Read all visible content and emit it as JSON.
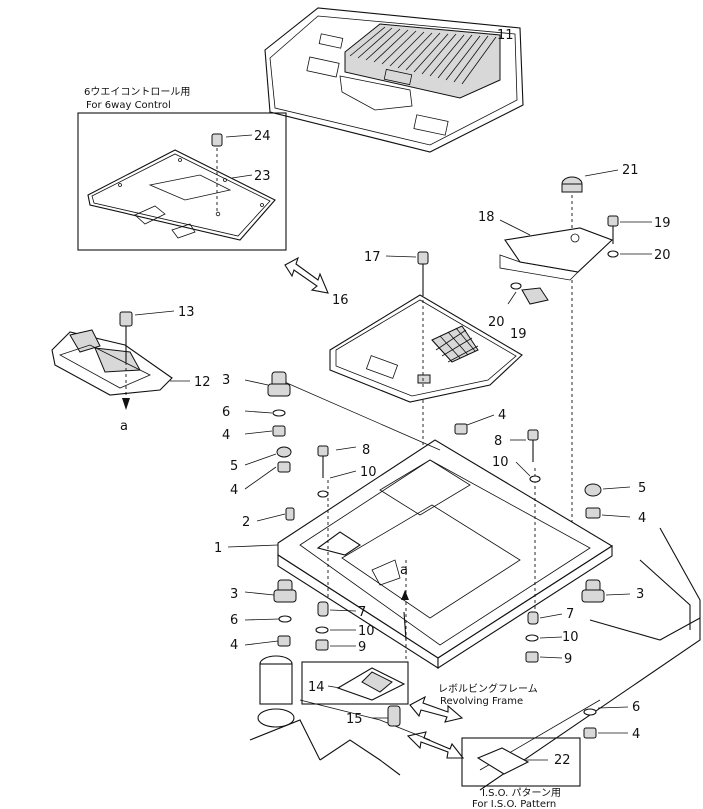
{
  "part_labels": [
    "1",
    "2",
    "3",
    "4",
    "5",
    "6",
    "7",
    "8",
    "9",
    "10",
    "11",
    "12",
    "13",
    "14",
    "15",
    "16",
    "17",
    "18",
    "19",
    "20",
    "21",
    "22",
    "23",
    "24"
  ],
  "markers": {
    "a": "a"
  },
  "notes": {
    "six_way_jp": "6ウエイコントロール用",
    "six_way_en": "For 6way Control",
    "revolving_jp": "レボルビングフレーム",
    "revolving_en": "Revolving Frame",
    "iso_jp": "I.S.O. パターン用",
    "iso_en": "For I.S.O. Pattern"
  }
}
